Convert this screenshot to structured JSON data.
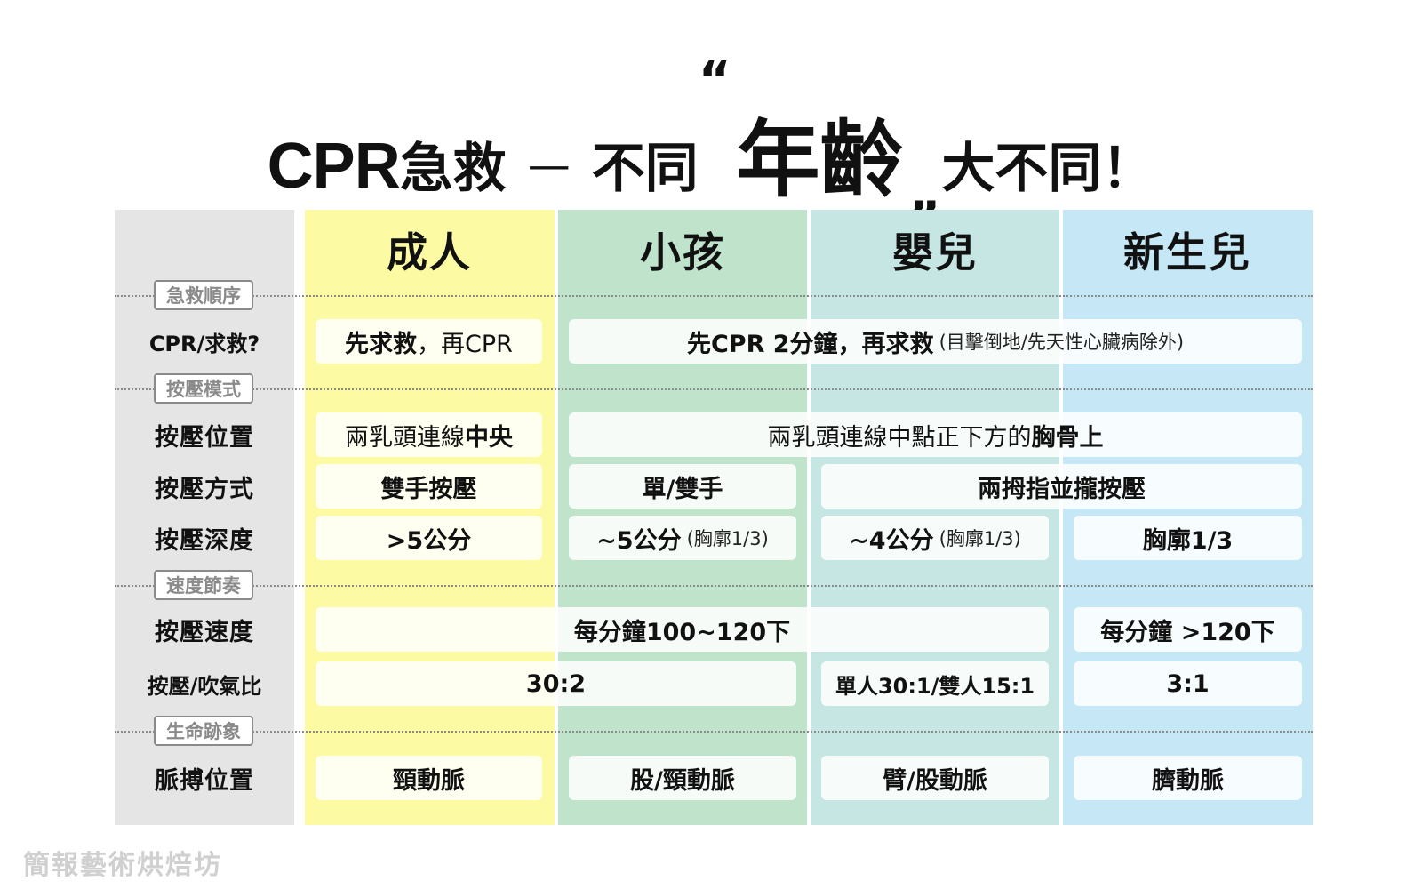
{
  "title": {
    "part1": "CPR",
    "part2": "急救",
    "dash": "—",
    "part3": "不同",
    "quote_open": "“",
    "emphasis": "年齡",
    "quote_close": "„",
    "part4": "大不同！"
  },
  "columns": [
    "成人",
    "小孩",
    "嬰兒",
    "新生兒"
  ],
  "sections": [
    "急救順序",
    "按壓模式",
    "速度節奏",
    "生命跡象"
  ],
  "rows": {
    "cpr_call": {
      "label": "CPR/求救?",
      "adult_a": "先求救",
      "adult_b": "，再CPR",
      "others_a": "先CPR 2分鐘",
      "others_b": "，再求救",
      "others_note": "(目擊倒地/先天性心臟病除外)"
    },
    "position": {
      "label": "按壓位置",
      "adult_a": "兩乳頭連線",
      "adult_b": "中央",
      "others_a": "兩乳頭連線中點正下方的",
      "others_b": "胸骨上"
    },
    "method": {
      "label": "按壓方式",
      "adult": "雙手按壓",
      "child": "單/雙手",
      "infant_newborn": "兩拇指並攏按壓"
    },
    "depth": {
      "label": "按壓深度",
      "adult": ">5公分",
      "child": "~5公分",
      "child_note": "(胸廓1/3)",
      "infant": "~4公分",
      "infant_note": "(胸廓1/3)",
      "newborn": "胸廓1/3"
    },
    "rate": {
      "label": "按壓速度",
      "others": "每分鐘100~120下",
      "newborn": "每分鐘 >120下"
    },
    "ratio": {
      "label": "按壓/吹氣比",
      "adult_child": "30:2",
      "infant": "單人30:1/雙人15:1",
      "newborn": "3:1"
    },
    "pulse": {
      "label": "脈搏位置",
      "adult": "頸動脈",
      "child": "股/頸動脈",
      "infant": "臂/股動脈",
      "newborn": "臍動脈"
    }
  },
  "watermark": "簡報藝術烘焙坊",
  "colors": {
    "label_col": "#e5e5e5",
    "adult": "#fcfba4",
    "child": "#bfe3cb",
    "infant": "#c6e6e3",
    "newborn": "#c5e7f6"
  }
}
